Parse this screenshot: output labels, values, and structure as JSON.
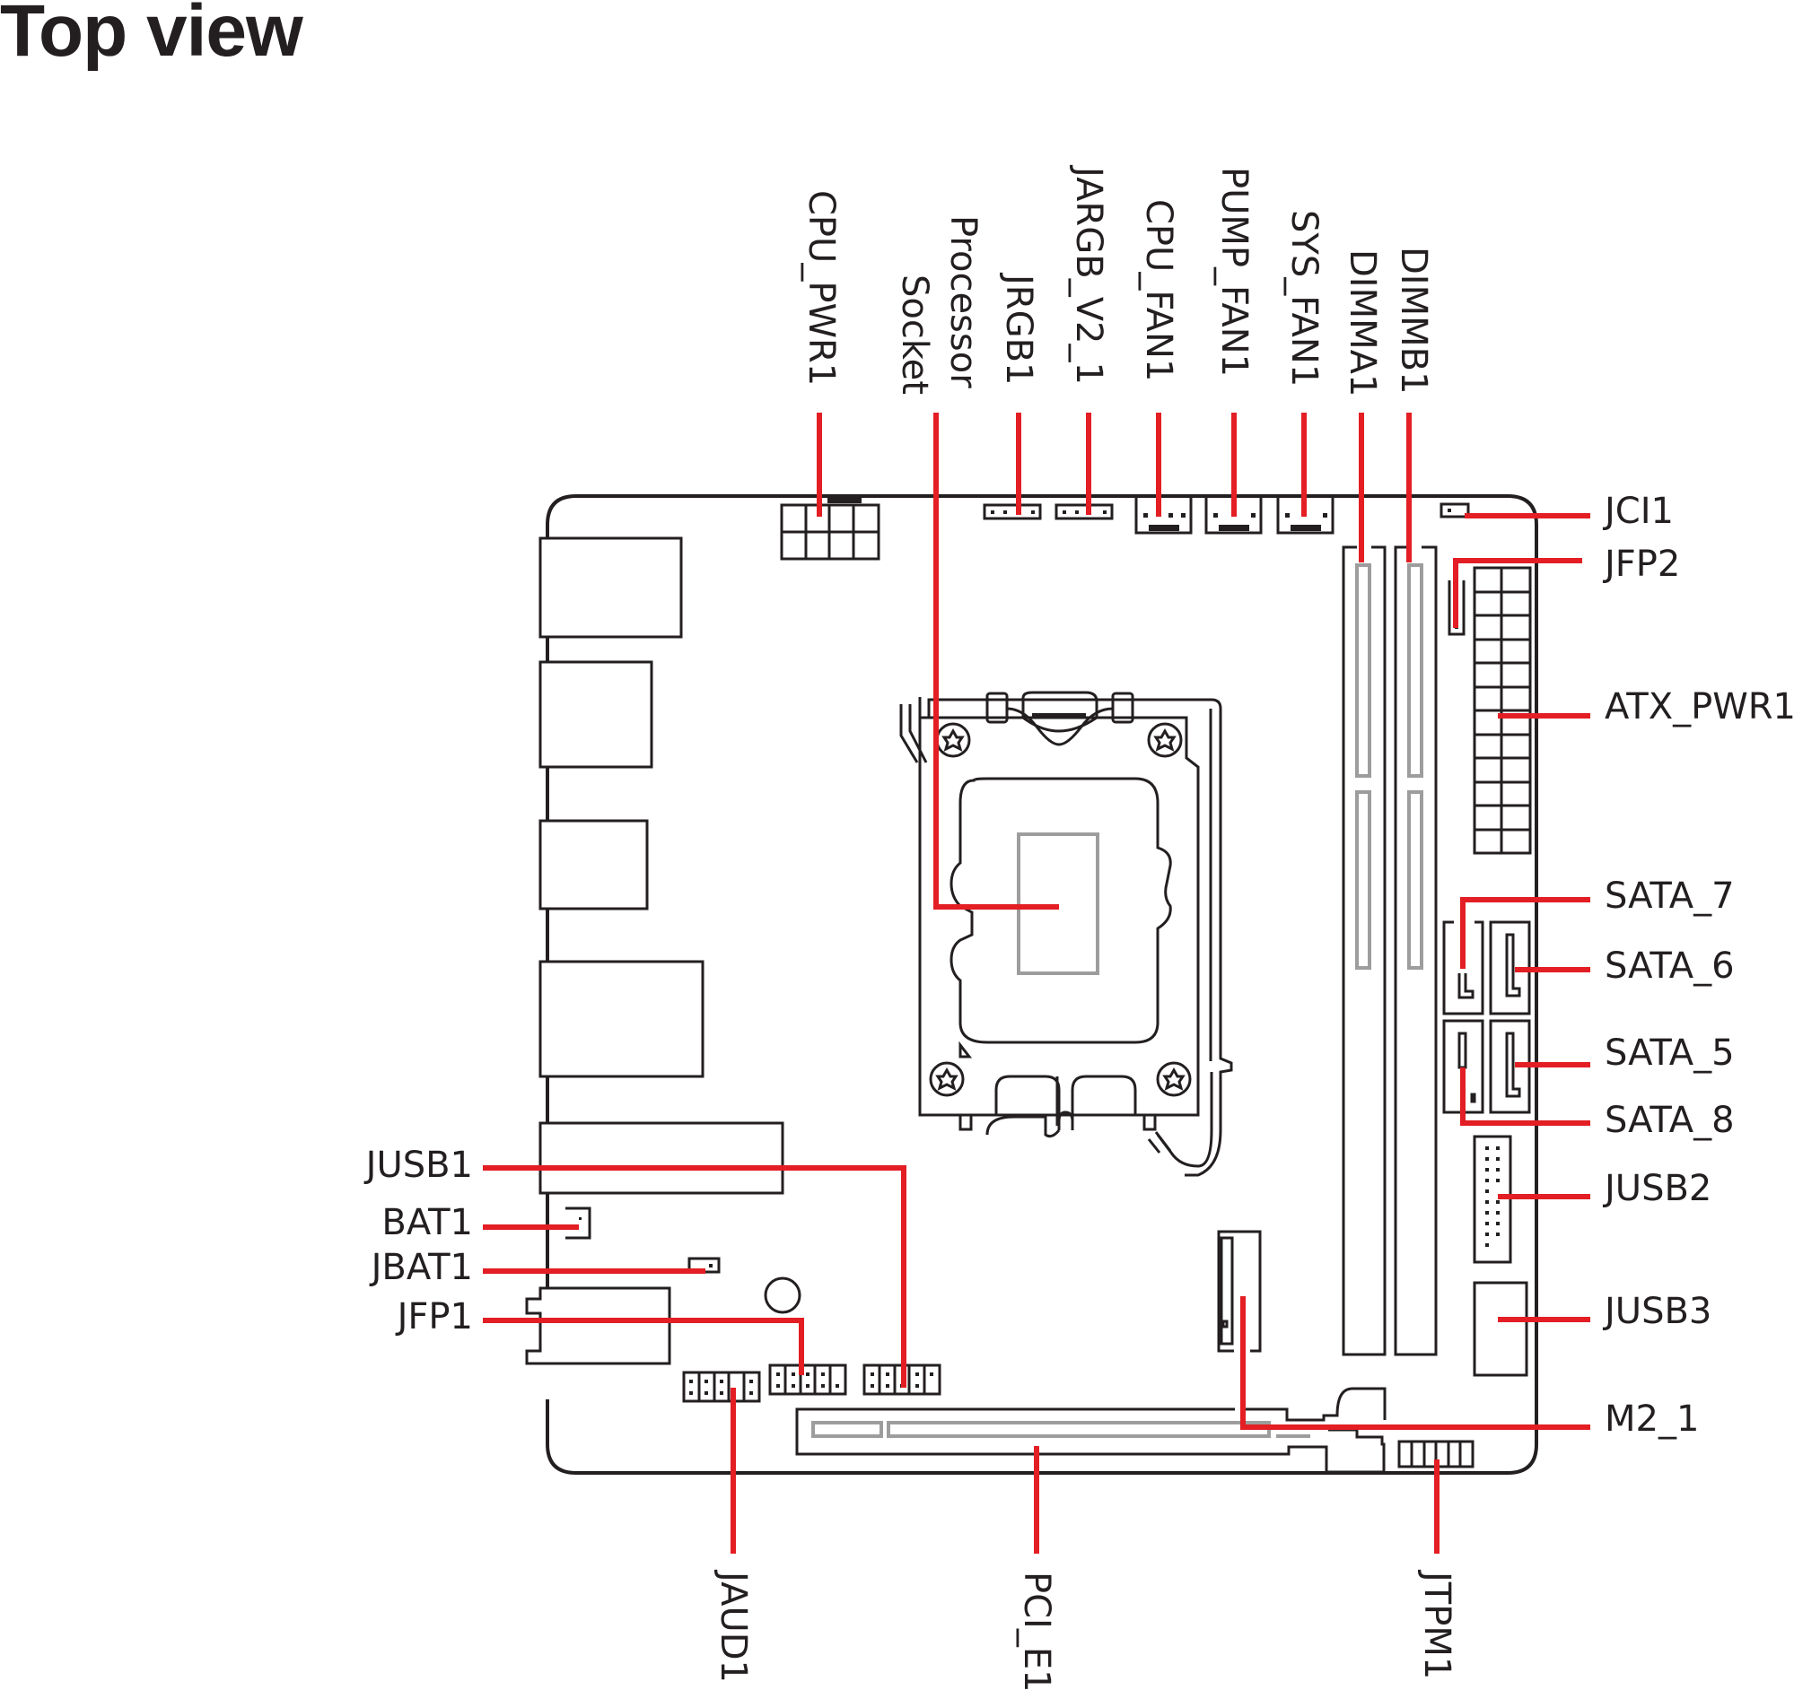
{
  "title": "Top view",
  "colors": {
    "leader_line": "#e31e24",
    "outline": "#231f20",
    "slot_inner": "#9d9d9d",
    "background": "#ffffff"
  },
  "labels": {
    "top": {
      "cpu_pwr1": "CPU_PWR1",
      "processor_socket_line1": "Processor",
      "processor_socket_line2": "Socket",
      "jrgb1": "JRGB1",
      "jargb_v2_1": "JARGB_V2_1",
      "cpu_fan1": "CPU_FAN1",
      "pump_fan1": "PUMP_FAN1",
      "sys_fan1": "SYS_FAN1",
      "dimma1": "DIMMA1",
      "dimmb1": "DIMMB1"
    },
    "right": {
      "jci1": "JCI1",
      "jfp2": "JFP2",
      "atx_pwr1": "ATX_PWR1",
      "sata_7": "SATA_7",
      "sata_6": "SATA_6",
      "sata_5": "SATA_5",
      "sata_8": "SATA_8",
      "jusb2": "JUSB2",
      "jusb3": "JUSB3",
      "m2_1": "M2_1"
    },
    "left": {
      "jusb1": "JUSB1",
      "bat1": "BAT1",
      "jbat1": "JBAT1",
      "jfp1": "JFP1"
    },
    "bottom": {
      "jaud1": "JAUD1",
      "pci_e1": "PCI_E1",
      "jtpm1": "JTPM1"
    }
  }
}
